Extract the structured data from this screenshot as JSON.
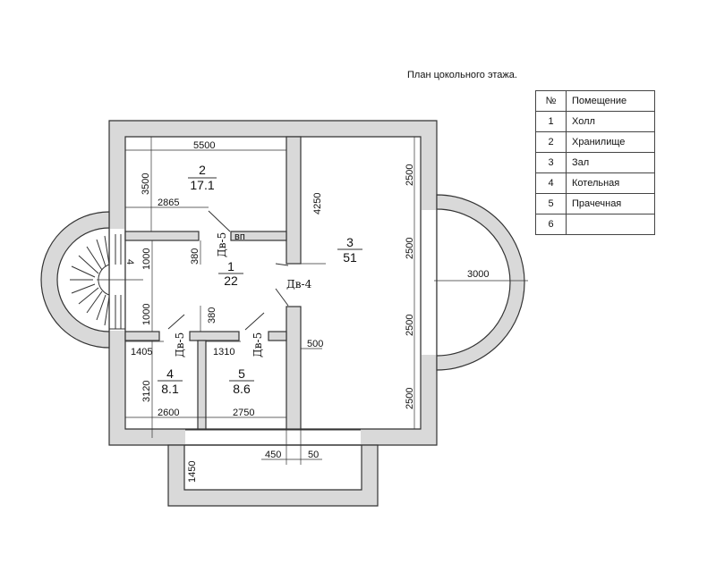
{
  "title": "План цокольного этажа.",
  "legend": {
    "header_no": "№",
    "header_room": "Помещение",
    "rows": [
      {
        "no": "1",
        "name": "Холл"
      },
      {
        "no": "2",
        "name": "Хранилище"
      },
      {
        "no": "3",
        "name": "Зал"
      },
      {
        "no": "4",
        "name": "Котельная"
      },
      {
        "no": "5",
        "name": "Прачечная"
      },
      {
        "no": "6",
        "name": ""
      }
    ]
  },
  "rooms": {
    "r1": {
      "num": "1",
      "area": "22"
    },
    "r2": {
      "num": "2",
      "area": "17.1"
    },
    "r3": {
      "num": "3",
      "area": "51"
    },
    "r4": {
      "num": "4",
      "area": "8.1"
    },
    "r5": {
      "num": "5",
      "area": "8.6"
    }
  },
  "doors": {
    "d4": "Дв-4",
    "d5a": "Дв-5",
    "d5b": "Дв-5",
    "d5c": "Дв-5",
    "vp": "вп"
  },
  "dimensions": {
    "d5500": "5500",
    "d3500": "3500",
    "d2865": "2865",
    "d4250": "4250",
    "d2500a": "2500",
    "d2500b": "2500",
    "d2500c": "2500",
    "d2500d": "2500",
    "d3000": "3000",
    "d1000a": "1000",
    "d1000b": "1000",
    "d380a": "380",
    "d380b": "380",
    "d1405": "1405",
    "d1310": "1310",
    "d500": "500",
    "d3120": "3120",
    "d2600": "2600",
    "d2750": "2750",
    "d1450": "1450",
    "d450": "450",
    "d50": "50",
    "d4": "4"
  }
}
